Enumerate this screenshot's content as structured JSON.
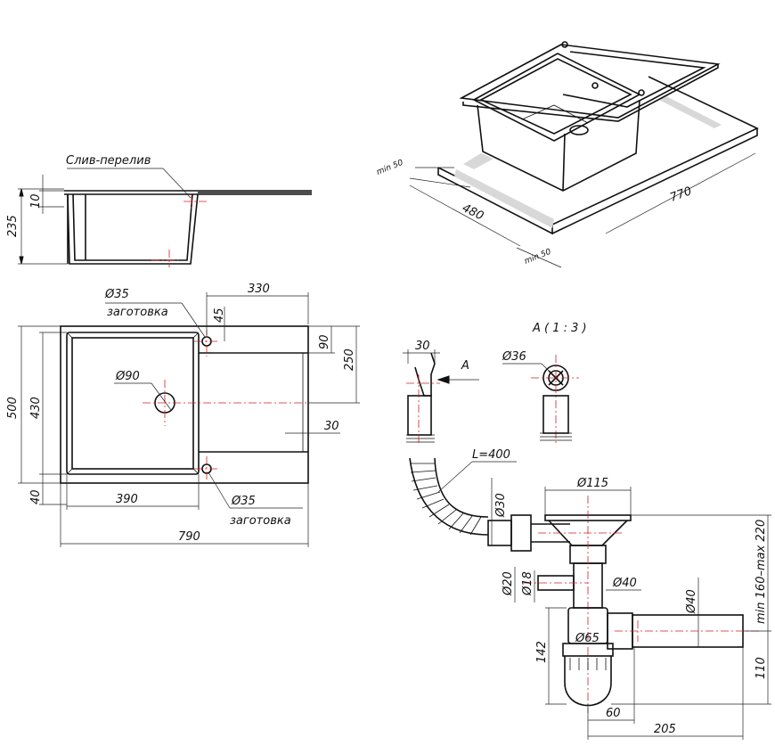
{
  "side_view": {
    "label_overflow": "Слив-перелив",
    "dim_height_total": "235",
    "dim_rim": "10"
  },
  "top_view": {
    "dim_330": "330",
    "dim_d35_top": "Ø35",
    "blank_top": "заготовка",
    "dim_45": "45",
    "dim_90": "90",
    "dim_250": "250",
    "dim_drain": "Ø90",
    "dim_500": "500",
    "dim_430": "430",
    "dim_30": "30",
    "dim_40": "40",
    "dim_390": "390",
    "dim_d35_bottom": "Ø35",
    "blank_bottom": "заготовка",
    "dim_790": "790"
  },
  "iso_view": {
    "dim_min50_left": "min 50",
    "dim_480": "480",
    "dim_770": "770",
    "dim_min50_right": "min 50"
  },
  "siphon": {
    "dim_30_top": "30",
    "view_a_arrow": "A",
    "hose_length": "L=400",
    "view_a_title": "A ( 1 : 3 )",
    "dim_d36": "Ø36",
    "dim_d30": "Ø30",
    "dim_d115": "Ø115",
    "dim_d20": "Ø20",
    "dim_d18": "Ø18",
    "dim_d40_mid": "Ø40",
    "dim_d40_outlet": "Ø40",
    "dim_min_max": "min 160–max 220",
    "dim_d65": "Ø65",
    "dim_142": "142",
    "dim_110": "110",
    "dim_60": "60",
    "dim_205": "205"
  }
}
